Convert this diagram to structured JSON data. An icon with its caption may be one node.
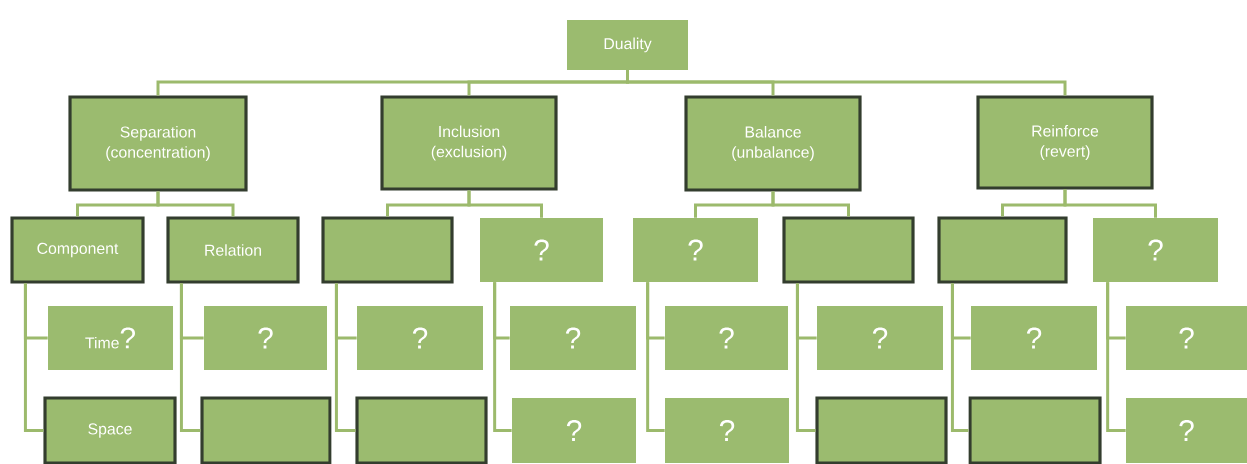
{
  "diagram": {
    "nodes": [
      {
        "text": [
          "Duality"
        ]
      },
      {
        "text": [
          "Separation (concentration)"
        ]
      },
      {
        "text": [
          "Inclusion (exclusion)"
        ]
      },
      {
        "text": [
          "Balance (unbalance)"
        ]
      },
      {
        "text": [
          "Reinforce (revert)"
        ]
      },
      {
        "text": [
          "Component"
        ]
      },
      {
        "text": [
          "Relation"
        ]
      },
      {
        "text": [],
        "shape": "box"
      },
      {
        "text": [
          "?"
        ]
      },
      {
        "text": [
          "?"
        ]
      },
      {
        "text": [],
        "shape": "box"
      },
      {
        "text": [],
        "shape": "box"
      },
      {
        "text": [
          "?"
        ]
      },
      {
        "text": [
          "Time",
          "?"
        ]
      },
      {
        "text": [
          "?"
        ]
      },
      {
        "text": [
          "?"
        ]
      },
      {
        "text": [
          "?"
        ]
      },
      {
        "text": [
          "?"
        ]
      },
      {
        "text": [
          "?"
        ]
      },
      {
        "text": [
          "?"
        ]
      },
      {
        "text": [
          "?"
        ]
      },
      {
        "text": [
          "Space"
        ]
      },
      {
        "text": [],
        "shape": "box"
      },
      {
        "text": [],
        "shape": "box"
      },
      {
        "text": [
          "?"
        ]
      },
      {
        "text": [
          "?"
        ]
      },
      {
        "text": [],
        "shape": "box"
      },
      {
        "text": [],
        "shape": "box"
      },
      {
        "text": [
          "?"
        ]
      }
    ],
    "edges": [
      {
        "from": 0,
        "to": 1,
        "arrow": "none"
      },
      {
        "from": 0,
        "to": 2,
        "arrow": "none"
      },
      {
        "from": 0,
        "to": 3,
        "arrow": "none"
      },
      {
        "from": 0,
        "to": 4,
        "arrow": "none"
      },
      {
        "from": 1,
        "to": 5,
        "arrow": "none"
      },
      {
        "from": 1,
        "to": 6,
        "arrow": "none"
      },
      {
        "from": 2,
        "to": 7,
        "arrow": "none"
      },
      {
        "from": 2,
        "to": 8,
        "arrow": "none"
      },
      {
        "from": 3,
        "to": 9,
        "arrow": "none"
      },
      {
        "from": 3,
        "to": 10,
        "arrow": "none"
      },
      {
        "from": 4,
        "to": 11,
        "arrow": "none"
      },
      {
        "from": 4,
        "to": 12,
        "arrow": "none"
      },
      {
        "from": 5,
        "to": 13,
        "arrow": "none"
      },
      {
        "from": 5,
        "to": 21,
        "arrow": "none"
      },
      {
        "from": 6,
        "to": 14,
        "arrow": "none"
      },
      {
        "from": 6,
        "to": 22,
        "arrow": "none"
      },
      {
        "from": 7,
        "to": 15,
        "arrow": "none"
      },
      {
        "from": 7,
        "to": 23,
        "arrow": "none"
      },
      {
        "from": 8,
        "to": 16,
        "arrow": "none"
      },
      {
        "from": 8,
        "to": 24,
        "arrow": "none"
      },
      {
        "from": 9,
        "to": 17,
        "arrow": "none"
      },
      {
        "from": 9,
        "to": 25,
        "arrow": "none"
      },
      {
        "from": 10,
        "to": 18,
        "arrow": "none"
      },
      {
        "from": 10,
        "to": 26,
        "arrow": "none"
      },
      {
        "from": 11,
        "to": 19,
        "arrow": "none"
      },
      {
        "from": 11,
        "to": 27,
        "arrow": "none"
      },
      {
        "from": 12,
        "to": 20,
        "arrow": "none"
      },
      {
        "from": 12,
        "to": 28,
        "arrow": "none"
      }
    ]
  }
}
